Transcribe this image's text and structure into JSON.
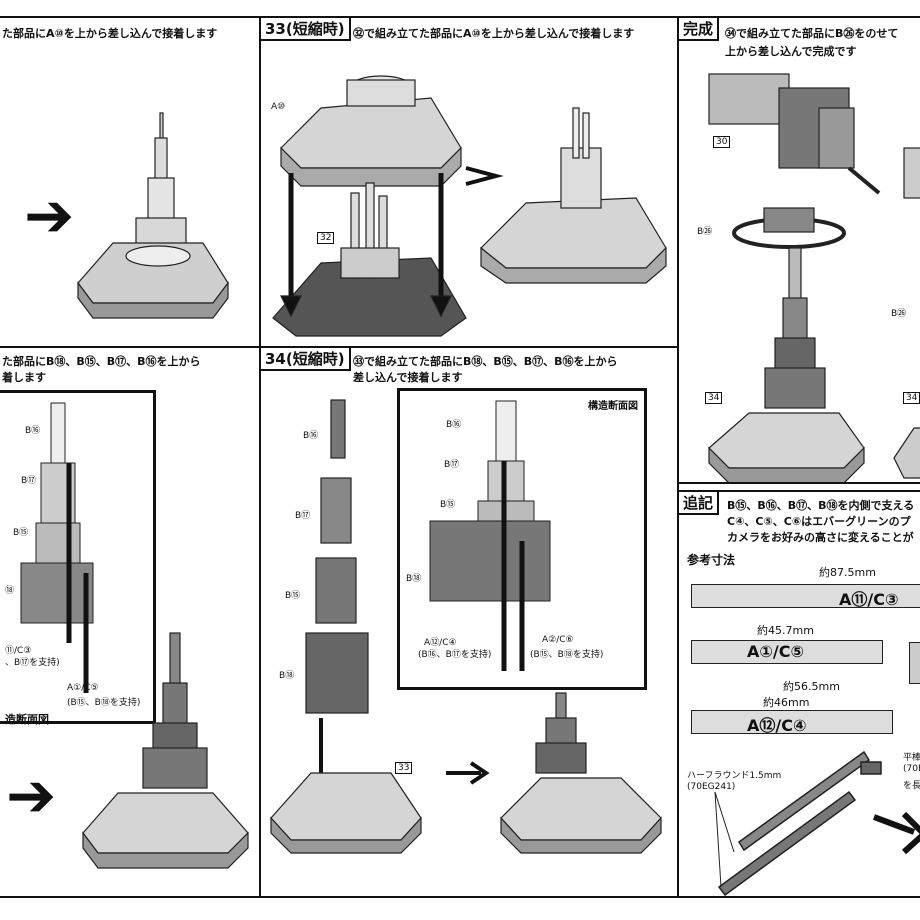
{
  "panels": {
    "p_top_left": {
      "instruction": "た部品にA⑩を上から差し込んで接着します"
    },
    "p33": {
      "title": "33(短縮時)",
      "instruction": "㉜で組み立てた部品にA⑩を上から差し込んで接着します",
      "labels": {
        "a10": "A⑩",
        "p32": "32"
      }
    },
    "p_done": {
      "title": "完成",
      "instruction_line1": "㉞で組み立てた部品にB㉖をのせて",
      "instruction_line2": "上から差し込んで完成です",
      "labels": {
        "p30": "30",
        "b26": "B㉖",
        "b26b": "B㉖",
        "p34": "34",
        "p34b": "34"
      }
    },
    "p_mid_left": {
      "instruction_line1": "た部品にB⑱、B⑮、B⑰、B⑯を上から",
      "instruction_line2": "着します",
      "labels": {
        "b16": "B⑯",
        "b17": "B⑰",
        "b15": "B⑮",
        "b18": "⑱",
        "a11c3": "⑪/C③",
        "a11c3_note": "、B⑰を支持)",
        "a1c5": "A①/C⑤",
        "a1c5_note": "(B⑮、B⑱を支持)",
        "caption": "造断面図"
      }
    },
    "p34": {
      "title": "34(短縮時)",
      "instruction_line1": "㉝で組み立てた部品にB⑱、B⑮、B⑰、B⑯を上から",
      "instruction_line2": "差し込んで接着します",
      "parts": {
        "b16": "B⑯",
        "b17": "B⑰",
        "b15": "B⑮",
        "b18": "B⑱",
        "p33": "33"
      },
      "section": {
        "caption": "構造断面図",
        "b16": "B⑯",
        "b17": "B⑰",
        "b15": "B⑮",
        "b18": "B⑱",
        "a12c4": "A⑫/C④",
        "a12c4_note": "(B⑯、B⑰を支持)",
        "a2c6": "A②/C⑥",
        "a2c6_note": "(B⑮、B⑱を支持)"
      }
    },
    "p_note": {
      "title": "追記",
      "line1": "B⑮、B⑯、B⑰、B⑱を内側で支える",
      "line2": "C④、C⑤、C⑥はエバーグリーンのプ",
      "line3": "カメラをお好みの高さに変えることが",
      "dims_title": "参考寸法",
      "dims": [
        {
          "size": "約87.5mm",
          "part": "A⑪/C③"
        },
        {
          "size": "約45.7mm",
          "part": "A①/C⑤"
        },
        {
          "size": "約56.5mm",
          "part": ""
        },
        {
          "size": "約46mm",
          "part": "A⑫/C④"
        }
      ],
      "half_round": "ハーフラウンド1.5mm",
      "half_round_code": "(70EG241)",
      "flat": "平棒",
      "flat_code": "(70E",
      "flat_note": "を長"
    }
  }
}
